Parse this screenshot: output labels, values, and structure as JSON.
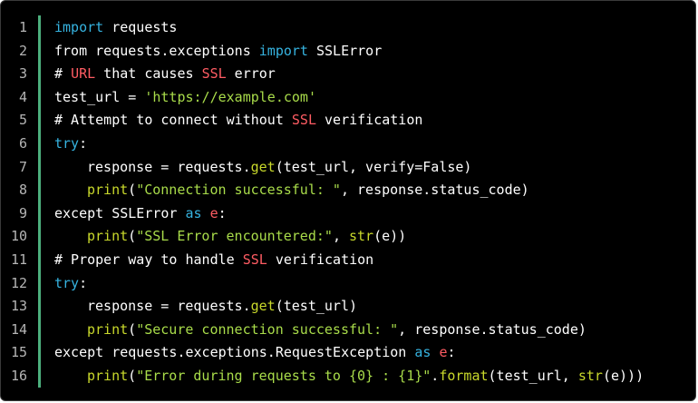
{
  "editor": {
    "line_numbers": [
      "1",
      "2",
      "3",
      "4",
      "5",
      "6",
      "7",
      "8",
      "9",
      "10",
      "11",
      "12",
      "13",
      "14",
      "15",
      "16"
    ],
    "accent_color": "#4caf7d",
    "lines": [
      {
        "indent": false,
        "tokens": [
          {
            "t": "import",
            "c": "kw"
          },
          {
            "t": " requests",
            "c": "plain"
          }
        ]
      },
      {
        "indent": false,
        "tokens": [
          {
            "t": "from requests.exceptions ",
            "c": "plain"
          },
          {
            "t": "import",
            "c": "kw"
          },
          {
            "t": " SSLError",
            "c": "plain"
          }
        ]
      },
      {
        "indent": false,
        "tokens": [
          {
            "t": "# ",
            "c": "plain"
          },
          {
            "t": "URL",
            "c": "red"
          },
          {
            "t": " that causes ",
            "c": "plain"
          },
          {
            "t": "SSL",
            "c": "red"
          },
          {
            "t": " error",
            "c": "plain"
          }
        ]
      },
      {
        "indent": false,
        "tokens": [
          {
            "t": "test_url = ",
            "c": "plain"
          },
          {
            "t": "'https://example.com'",
            "c": "str"
          }
        ]
      },
      {
        "indent": false,
        "tokens": [
          {
            "t": "# Attempt to connect without ",
            "c": "plain"
          },
          {
            "t": "SSL",
            "c": "red"
          },
          {
            "t": " verification",
            "c": "plain"
          }
        ]
      },
      {
        "indent": false,
        "tokens": [
          {
            "t": "try",
            "c": "kw"
          },
          {
            "t": ":",
            "c": "plain"
          }
        ]
      },
      {
        "indent": true,
        "tokens": [
          {
            "t": "response = requests.",
            "c": "plain"
          },
          {
            "t": "get",
            "c": "fn"
          },
          {
            "t": "(test_url, verify=False)",
            "c": "plain"
          }
        ]
      },
      {
        "indent": true,
        "tokens": [
          {
            "t": "print",
            "c": "fn"
          },
          {
            "t": "(",
            "c": "plain"
          },
          {
            "t": "\"Connection successful: \"",
            "c": "str"
          },
          {
            "t": ", response.status_code)",
            "c": "plain"
          }
        ]
      },
      {
        "indent": false,
        "tokens": [
          {
            "t": "except SSLError ",
            "c": "plain"
          },
          {
            "t": "as",
            "c": "kw"
          },
          {
            "t": " ",
            "c": "plain"
          },
          {
            "t": "e",
            "c": "red"
          },
          {
            "t": ":",
            "c": "plain"
          }
        ]
      },
      {
        "indent": true,
        "tokens": [
          {
            "t": "print",
            "c": "fn"
          },
          {
            "t": "(",
            "c": "plain"
          },
          {
            "t": "\"SSL Error encountered:\"",
            "c": "str"
          },
          {
            "t": ", ",
            "c": "plain"
          },
          {
            "t": "str",
            "c": "fn"
          },
          {
            "t": "(e))",
            "c": "plain"
          }
        ]
      },
      {
        "indent": false,
        "tokens": [
          {
            "t": "# Proper way to handle ",
            "c": "plain"
          },
          {
            "t": "SSL",
            "c": "red"
          },
          {
            "t": " verification",
            "c": "plain"
          }
        ]
      },
      {
        "indent": false,
        "tokens": [
          {
            "t": "try",
            "c": "kw"
          },
          {
            "t": ":",
            "c": "plain"
          }
        ]
      },
      {
        "indent": true,
        "tokens": [
          {
            "t": "response = requests.",
            "c": "plain"
          },
          {
            "t": "get",
            "c": "fn"
          },
          {
            "t": "(test_url)",
            "c": "plain"
          }
        ]
      },
      {
        "indent": true,
        "tokens": [
          {
            "t": "print",
            "c": "fn"
          },
          {
            "t": "(",
            "c": "plain"
          },
          {
            "t": "\"Secure connection successful: \"",
            "c": "str"
          },
          {
            "t": ", response.status_code)",
            "c": "plain"
          }
        ]
      },
      {
        "indent": false,
        "tokens": [
          {
            "t": "except requests.exceptions.RequestException ",
            "c": "plain"
          },
          {
            "t": "as",
            "c": "kw"
          },
          {
            "t": " ",
            "c": "plain"
          },
          {
            "t": "e",
            "c": "red"
          },
          {
            "t": ":",
            "c": "plain"
          }
        ]
      },
      {
        "indent": true,
        "tokens": [
          {
            "t": "print",
            "c": "fn"
          },
          {
            "t": "(",
            "c": "plain"
          },
          {
            "t": "\"Error during requests to {0} : {1}\"",
            "c": "str"
          },
          {
            "t": ".",
            "c": "plain"
          },
          {
            "t": "format",
            "c": "fn"
          },
          {
            "t": "(test_url, ",
            "c": "plain"
          },
          {
            "t": "str",
            "c": "fn"
          },
          {
            "t": "(e)))",
            "c": "plain"
          }
        ]
      }
    ]
  }
}
